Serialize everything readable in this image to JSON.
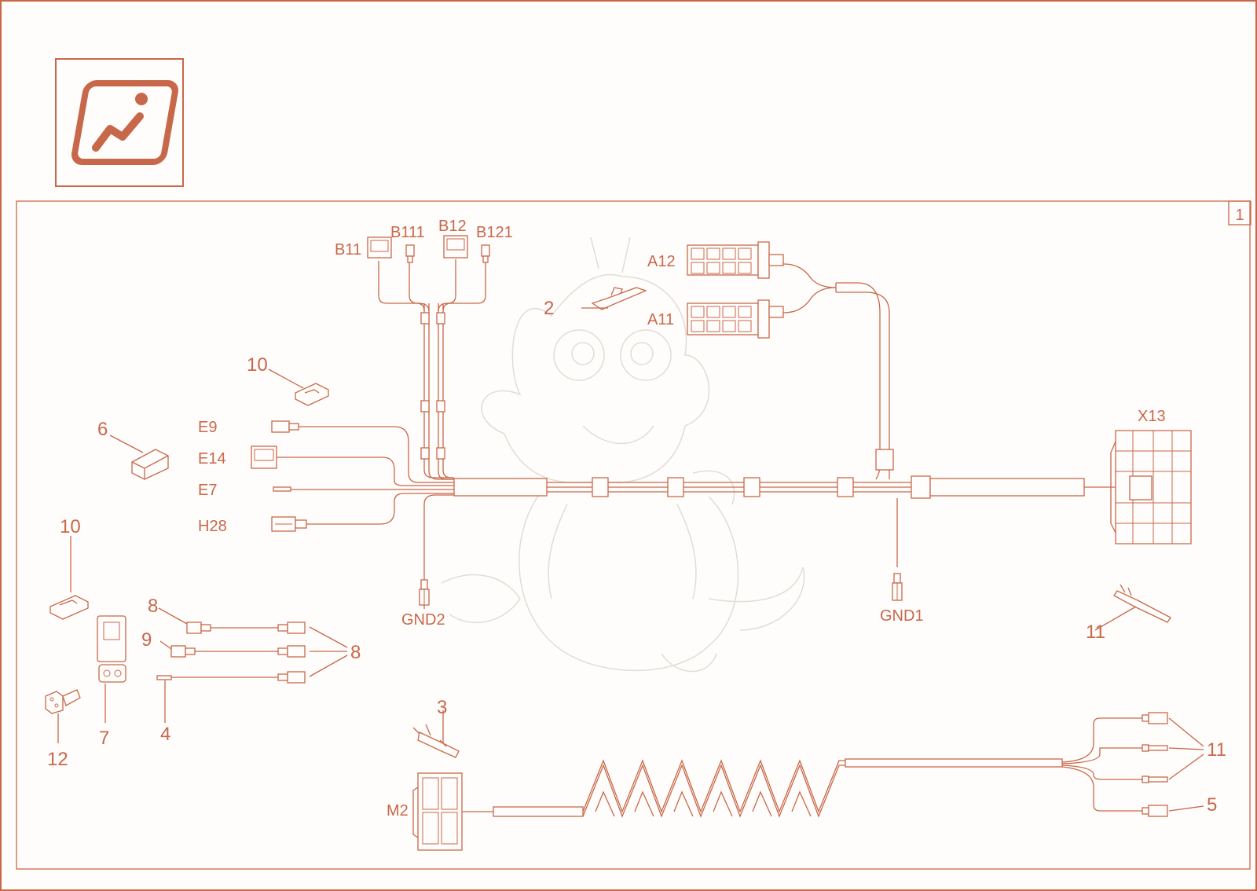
{
  "logo": {
    "icon": "seat-info-icon",
    "color": "#c8684a"
  },
  "sheet": {
    "number": "1"
  },
  "connectors": {
    "b11": "B11",
    "b111": "B111",
    "b12": "B12",
    "b121": "B121",
    "a12": "A12",
    "a11": "A11",
    "x13": "X13",
    "e9": "E9",
    "e14": "E14",
    "e7": "E7",
    "h28": "H28",
    "gnd1": "GND1",
    "gnd2": "GND2",
    "m2": "M2"
  },
  "callouts": {
    "c1": "2",
    "c2": "10",
    "c3": "6",
    "c4": "10",
    "c5": "8",
    "c6": "9",
    "c7": "8",
    "c8": "4",
    "c9": "7",
    "c10": "12",
    "c11": "3",
    "c12": "11",
    "c13": "11",
    "c14": "5"
  },
  "colors": {
    "line": "#c8684a",
    "background": "#fefdfb",
    "watermark": "#e2dcd6"
  }
}
